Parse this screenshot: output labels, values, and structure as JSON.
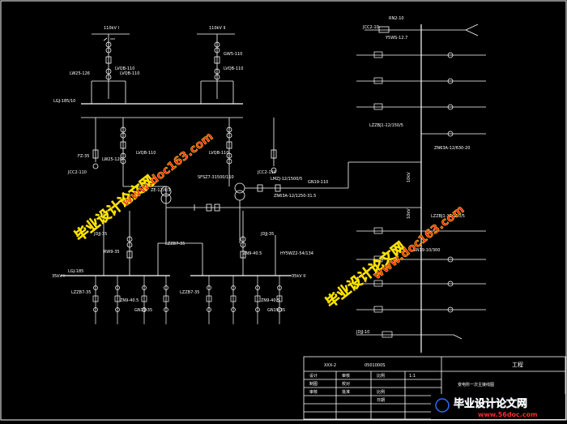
{
  "colors": {
    "background": "#000000",
    "line": "#ffffff",
    "watermark_red": "#ff2a2a",
    "watermark_blue": "#2f6bff",
    "watermark_yellow": "#ffe400"
  },
  "diagram": {
    "source_left": "110kV I",
    "source_right": "110kV II",
    "labels": {
      "lvqb_1": "LVQB-110",
      "gw_110a": "GW5-110",
      "lvqb_2": "LVQB-110",
      "lw_126": "LW25-126",
      "lvqb_3": "LVQB-110",
      "lgj_bus": "LGJ-185/10",
      "fz_35": "FZ-35",
      "jcc_110a": "JCC2-110",
      "lw_126b": "LW25-126",
      "lvqb_4": "LVQB-110",
      "lvqb_5": "LVQB-110",
      "jcc_110b": "JCC2-110",
      "sfsz": "SFSZ7-31500/110",
      "lmzj": "LMZJ-12/1500/5",
      "gn_110": "GN19-110",
      "zn_a": "ZN63A-12/1250-31.5",
      "ze_1": "ZE-12/4/3",
      "jcc_10": "JCC2-10",
      "rn_10": "RN2-10",
      "ysw_127": "Y5WS-12.7",
      "lzz_a": "LZZBJ1-12/150/5",
      "zn_b": "ZN63A-12/630-20",
      "jdju_35a": "JDJJ-35",
      "lzzb_35a": "LZZB7-35",
      "jdju_35b": "JDJJ-35",
      "rw_35": "RW9-35",
      "zn_35": "ZN9-40.5",
      "yswz": "HY5WZ2-54/134",
      "lgj_185": "LGJ-185",
      "bus_35_l": "35kV I",
      "bus_35_r": "35kV II",
      "lzzb_35b": "LZZB7-35",
      "zn_35b": "ZN9-40.5",
      "gn_35": "GN19-35",
      "lzzb_35c": "LZZB7-35",
      "zn_35c": "ZN9-40.5",
      "gn_35b": "GN19-35",
      "lzz_b": "LZZBJ1-12/150/5",
      "gn_10": "GN19-10/300",
      "jdju_10": "JDJJ-10",
      "bus_10_a": "10kV",
      "bus_10_b": "10kV"
    }
  },
  "title_block": {
    "company": "XXX-2",
    "drawing_no": "0501000S",
    "project_label": "工程",
    "rows": [
      {
        "left": "设计",
        "mid_label": "审核",
        "mid_value": "比例",
        "right_value": "1:1"
      },
      {
        "left": "制图",
        "mid_label": "校对",
        "mid_value": "",
        "right_value": ""
      },
      {
        "left": "审核",
        "mid_label": "批准",
        "mid_value": "比例",
        "right_value": ""
      },
      {
        "left": "",
        "mid_label": "",
        "mid_value": "日期",
        "right_value": ""
      }
    ],
    "drawing_title": "变电所一次主接线图"
  },
  "watermarks": {
    "cn_text": "毕业设计论文网",
    "url_text": "www.doc163.com",
    "footer_cn": "毕业设计论文网",
    "footer_url": "www.56doc.com"
  }
}
